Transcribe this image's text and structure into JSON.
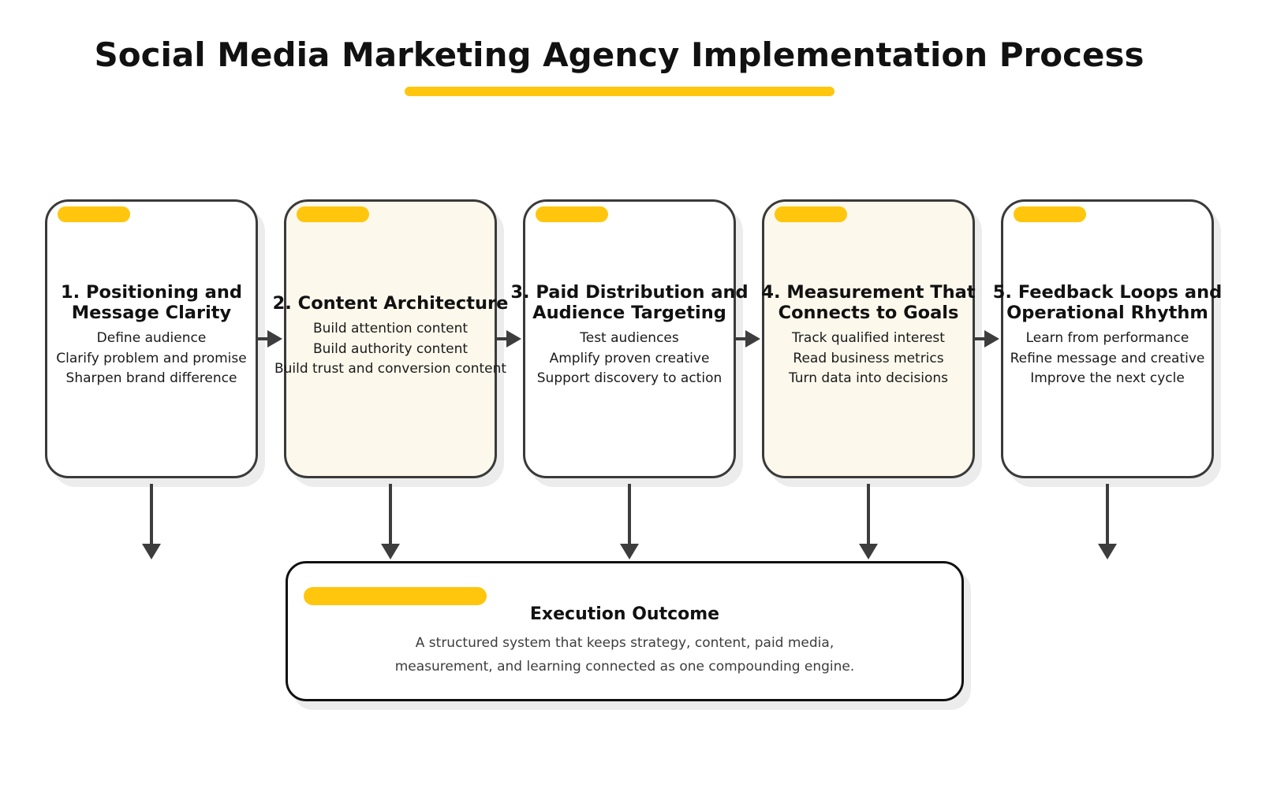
{
  "header": {
    "title": "Social Media Marketing Agency Implementation Process"
  },
  "colors": {
    "accent_yellow": "#FFC60D",
    "card_border": "#3A3A3A",
    "cream_fill": "#FDF8EC",
    "white_fill": "#FFFFFF",
    "arrow": "#3D3D3D",
    "outcome_border": "#111111"
  },
  "steps": [
    {
      "title": "1. Positioning and\nMessage Clarity",
      "bullets": [
        "Define audience",
        "Clarify problem and promise",
        "Sharpen brand difference"
      ],
      "fill": "white"
    },
    {
      "title": "2. Content Architecture",
      "bullets": [
        "Build attention content",
        "Build authority content",
        "Build trust and conversion content"
      ],
      "fill": "cream"
    },
    {
      "title": "3. Paid Distribution and\nAudience Targeting",
      "bullets": [
        "Test audiences",
        "Amplify proven creative",
        "Support discovery to action"
      ],
      "fill": "white"
    },
    {
      "title": "4. Measurement That\nConnects to Goals",
      "bullets": [
        "Track qualified interest",
        "Read business metrics",
        "Turn data into decisions"
      ],
      "fill": "cream"
    },
    {
      "title": "5. Feedback Loops and\nOperational Rhythm",
      "bullets": [
        "Learn from performance",
        "Refine message and creative",
        "Improve the next cycle"
      ],
      "fill": "white"
    }
  ],
  "outcome": {
    "title": "Execution Outcome",
    "description": [
      "A structured system that keeps strategy, content, paid media,",
      "measurement, and learning connected as one compounding engine."
    ]
  }
}
